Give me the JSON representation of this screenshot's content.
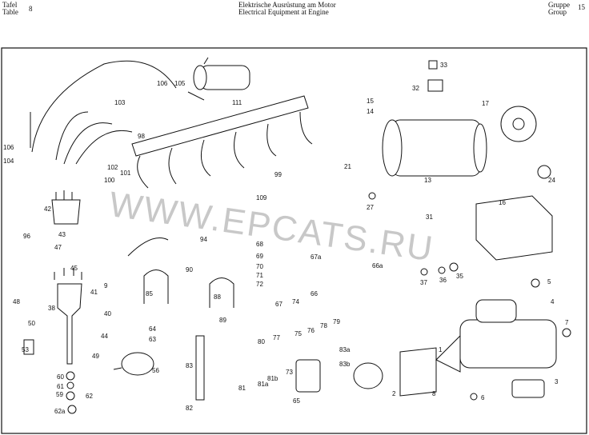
{
  "header": {
    "table_label_de": "Tafel",
    "table_label_en": "Table",
    "table_number": "8",
    "title_de": "Elektrische Ausrüstung am Motor",
    "title_en": "Electrical Equipment at Engine",
    "group_label_de": "Gruppe",
    "group_label_en": "Group",
    "group_number": "15"
  },
  "watermark": "WWW.EPCATS.RU",
  "part_labels": {
    "p1": "1",
    "p2": "2",
    "p3": "3",
    "p4": "4",
    "p5": "5",
    "p6": "6",
    "p7": "7",
    "p8": "8",
    "p9": "9",
    "p13": "13",
    "p14": "14",
    "p15": "15",
    "p16": "16",
    "p17": "17",
    "p21": "21",
    "p24": "24",
    "p27": "27",
    "p31": "31",
    "p32": "32",
    "p33": "33",
    "p35": "35",
    "p36": "36",
    "p37": "37",
    "p38": "38",
    "p40": "40",
    "p41": "41",
    "p42": "42",
    "p43": "43",
    "p44": "44",
    "p45": "45",
    "p47": "47",
    "p48": "48",
    "p49": "49",
    "p50": "50",
    "p53": "53",
    "p56": "56",
    "p59": "59",
    "p60": "60",
    "p61": "61",
    "p62": "62",
    "p62a": "62a",
    "p63": "63",
    "p64": "64",
    "p65": "65",
    "p66": "66",
    "p66a": "66a",
    "p67": "67",
    "p67a": "67a",
    "p68": "68",
    "p69": "69",
    "p70": "70",
    "p71": "71",
    "p72": "72",
    "p73": "73",
    "p74": "74",
    "p75": "75",
    "p76": "76",
    "p77": "77",
    "p78": "78",
    "p79": "79",
    "p80": "80",
    "p81": "81",
    "p81a": "81a",
    "p81b": "81b",
    "p82": "82",
    "p83": "83",
    "p83a": "83a",
    "p83b": "83b",
    "p85": "85",
    "p88": "88",
    "p89": "89",
    "p90": "90",
    "p94": "94",
    "p96": "96",
    "p98": "98",
    "p99": "99",
    "p100": "100",
    "p101": "101",
    "p102": "102",
    "p103": "103",
    "p104": "104",
    "p105": "105",
    "p106": "106",
    "p106b": "106",
    "p109": "109",
    "p111": "111"
  }
}
